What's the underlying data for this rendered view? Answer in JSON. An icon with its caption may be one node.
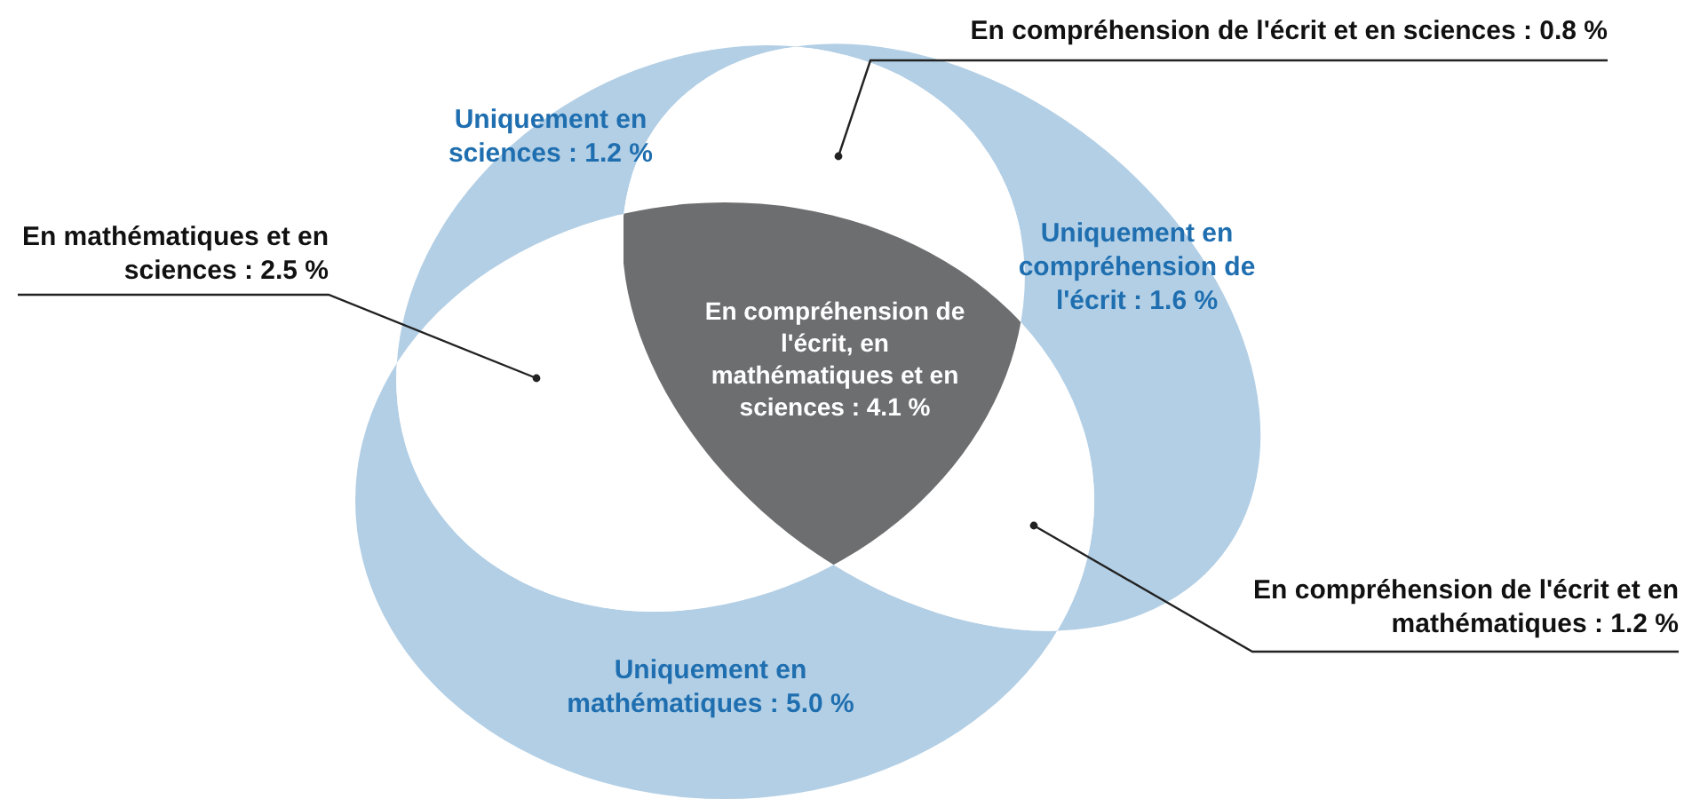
{
  "diagram": {
    "nodes": [
      {
        "text": [
          "En compréhension de l'écrit et en sciences : 0.8 %"
        ]
      },
      {
        "text": [
          "En mathématiques et en sciences : 2.5 %"
        ]
      },
      {
        "text": [
          "En compréhension de l'écrit et en mathématiques : 1.2 %"
        ]
      },
      {
        "text": [
          "En compréhension de l'écrit, en mathématiques et en sciences : 4.1 %"
        ]
      },
      {
        "text": [],
        "shape": "region"
      },
      {
        "text": [],
        "shape": "region"
      },
      {
        "text": [],
        "shape": "region"
      }
    ],
    "edges": [
      {
        "from": 0,
        "to": 4,
        "arrow": "other"
      },
      {
        "from": 1,
        "to": 5,
        "arrow": "other"
      },
      {
        "from": 2,
        "to": 6,
        "arrow": "other"
      }
    ],
    "labels": [
      "Uniquement en sciences : 1.2 %",
      "Uniquement en compréhension de l'écrit : 1.6 %",
      "Uniquement en mathématiques : 5.0 %"
    ]
  }
}
